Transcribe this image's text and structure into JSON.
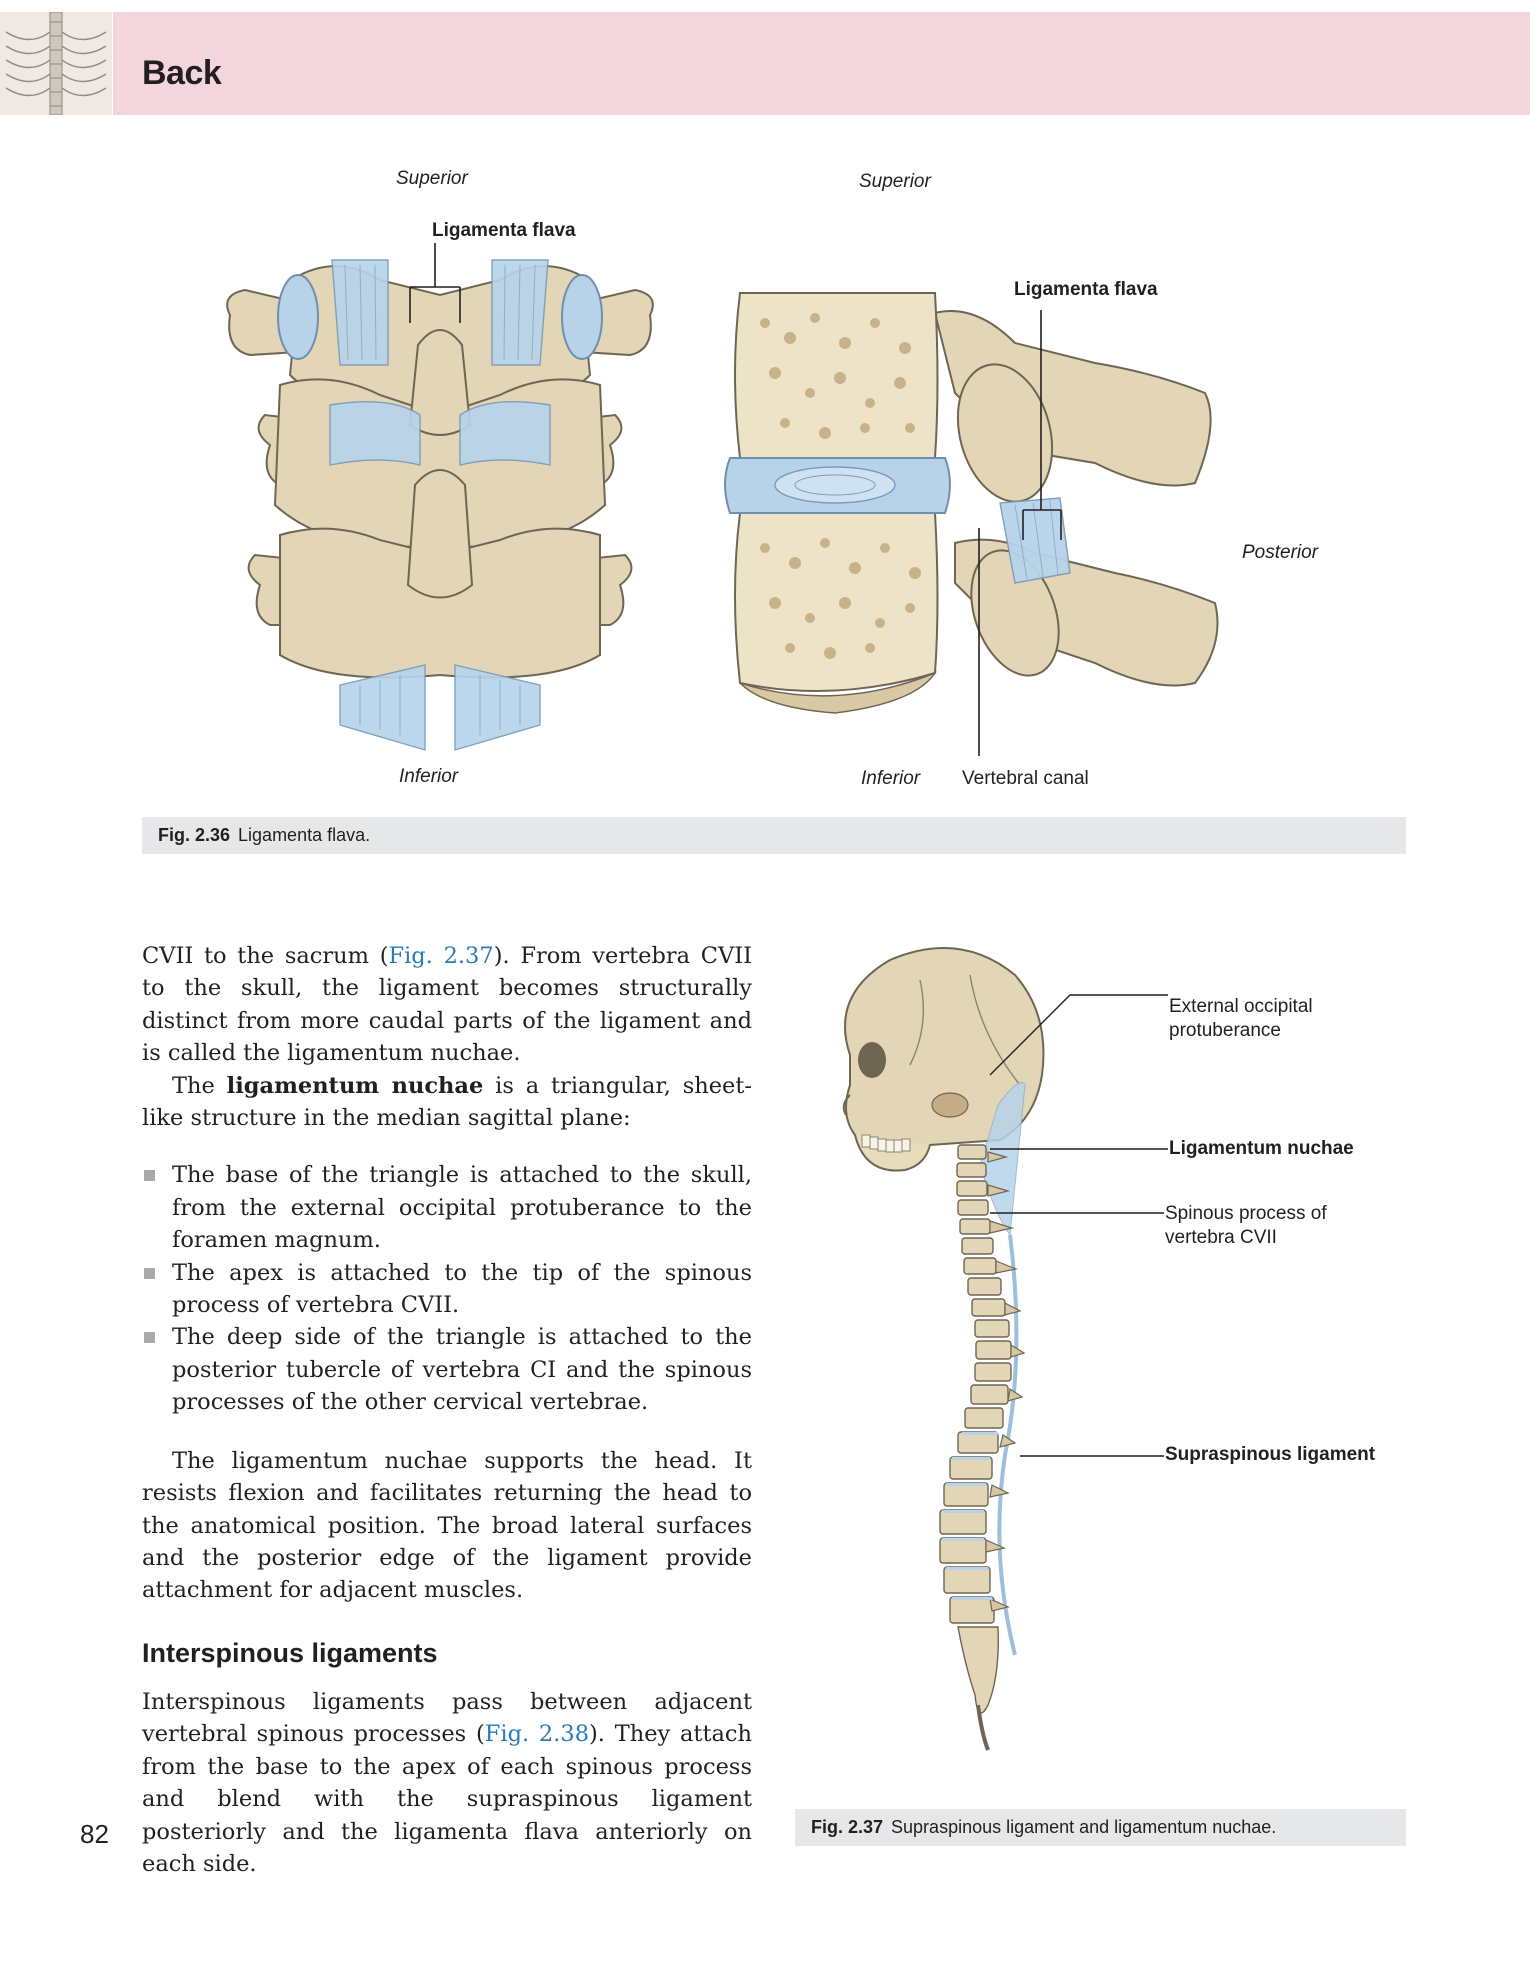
{
  "header": {
    "section_title": "Back",
    "thumbnail_icon": "spine-thumbnail-icon"
  },
  "figure_2_36": {
    "posterior_view": {
      "superior_label": "Superior",
      "inferior_label": "Inferior",
      "ligament_label": "Ligamenta flava"
    },
    "lateral_view": {
      "superior_label": "Superior",
      "inferior_label": "Inferior",
      "posterior_label": "Posterior",
      "ligament_label": "Ligamenta flava",
      "canal_label": "Vertebral canal"
    },
    "caption_number": "Fig. 2.36",
    "caption_text": "Ligamenta flava."
  },
  "figure_2_37": {
    "labels": {
      "external_occipital": "External occipital protuberance",
      "ligamentum_nuchae": "Ligamentum nuchae",
      "spinous_process": "Spinous process of vertebra CVII",
      "supraspinous": "Supraspinous ligament"
    },
    "caption_number": "Fig. 2.37",
    "caption_text": "Supraspinous ligament and ligamentum nuchae."
  },
  "body": {
    "p1_a": "CVII to the sacrum (",
    "p1_ref": "Fig. 2.37",
    "p1_b": "). From vertebra CVII to the skull, the ligament becomes structurally distinct from more caudal parts of the ligament and is called the ligamentum nuchae.",
    "p2_a": "The ",
    "p2_bold": "ligamentum nuchae",
    "p2_b": " is a triangular, sheet-like structure in the median sagittal plane:",
    "bullets": [
      "The base of the triangle is attached to the skull, from the external occipital protuberance to the foramen magnum.",
      "The apex is attached to the tip of the spinous process of vertebra CVII.",
      "The deep side of the triangle is attached to the posterior tubercle of vertebra CI and the spinous processes of the other cervical vertebrae."
    ],
    "p3": "The ligamentum nuchae supports the head. It resists flexion and facilitates returning the head to the anatomical position. The broad lateral surfaces and the posterior edge of the ligament provide attachment for adjacent muscles.",
    "subheading": "Interspinous ligaments",
    "p4_a": "Interspinous ligaments pass between adjacent vertebral spinous processes (",
    "p4_ref": "Fig. 2.38",
    "p4_b": "). They attach from the base to the apex of each spinous process and blend with the supraspinous ligament posteriorly and the ligamenta flava anteriorly on each side."
  },
  "page_number": "82",
  "colors": {
    "header_band": "#f3d5dd",
    "caption_bg": "#e6e7e8",
    "xref": "#2a7ab8",
    "bone": "#e3d6b6",
    "ligament": "#b7d3ea"
  }
}
